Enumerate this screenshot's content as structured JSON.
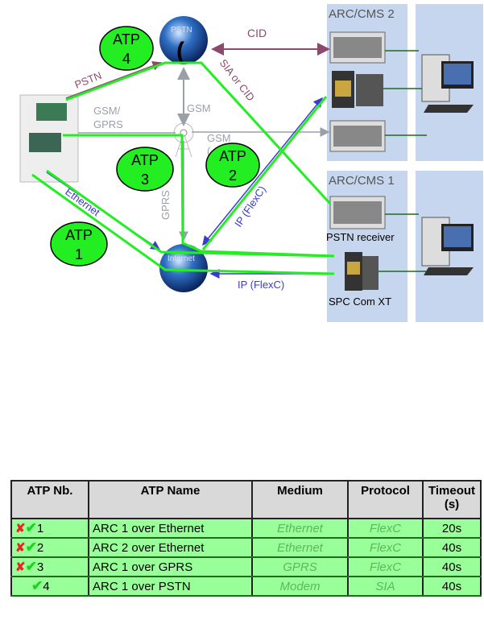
{
  "diagram": {
    "arc2_label": "ARC/CMS 2",
    "arc1_label": "ARC/CMS 1",
    "pstn_globe": "PSTN",
    "internet_globe": "Internet",
    "labels": {
      "cid": "CID",
      "sia_or_cid": "SIA or CID",
      "pstn": "PSTN",
      "gsm_gprs_1": "GSM/",
      "gsm_gprs_2": "GPRS",
      "gsm_up": "GSM",
      "gsm_right": "GSM",
      "gsm_right_sub": "(",
      "gprs": "GPRS",
      "ethernet": "Ethernet",
      "ip_flexc_diag": "IP (FlexC)",
      "ip_flexc_horiz": "IP (FlexC)",
      "pstn_receiver": "PSTN receiver",
      "spc_com_xt": "SPC Com XT"
    },
    "atps": [
      {
        "l1": "ATP",
        "l2": "4"
      },
      {
        "l1": "ATP",
        "l2": "3"
      },
      {
        "l1": "ATP",
        "l2": "2"
      },
      {
        "l1": "ATP",
        "l2": "1"
      }
    ],
    "colors": {
      "path": "#22ee22",
      "purple": "#8b4a6b",
      "gray": "#9aa0a8",
      "blue": "#3a3ad0",
      "arc_bg": "#c6d6ee"
    }
  },
  "table": {
    "headers": [
      "ATP Nb.",
      "ATP Name",
      "Medium",
      "Protocol",
      "Timeout",
      "(s)"
    ],
    "rows": [
      {
        "fail": "✘",
        "ok": "✔",
        "nb": "1",
        "name": "ARC 1 over Ethernet",
        "medium": "Ethernet",
        "protocol": "FlexC",
        "timeout": "20s"
      },
      {
        "fail": "✘",
        "ok": "✔",
        "nb": "2",
        "name": "ARC 2 over Ethernet",
        "medium": "Ethernet",
        "protocol": "FlexC",
        "timeout": "40s"
      },
      {
        "fail": "✘",
        "ok": "✔",
        "nb": "3",
        "name": "ARC 1 over GPRS",
        "medium": "GPRS",
        "protocol": "FlexC",
        "timeout": "40s"
      },
      {
        "fail": "",
        "ok": "✔",
        "nb": "4",
        "name": "ARC 1 over PSTN",
        "medium": "Modem",
        "protocol": "SIA",
        "timeout": "40s"
      }
    ]
  }
}
